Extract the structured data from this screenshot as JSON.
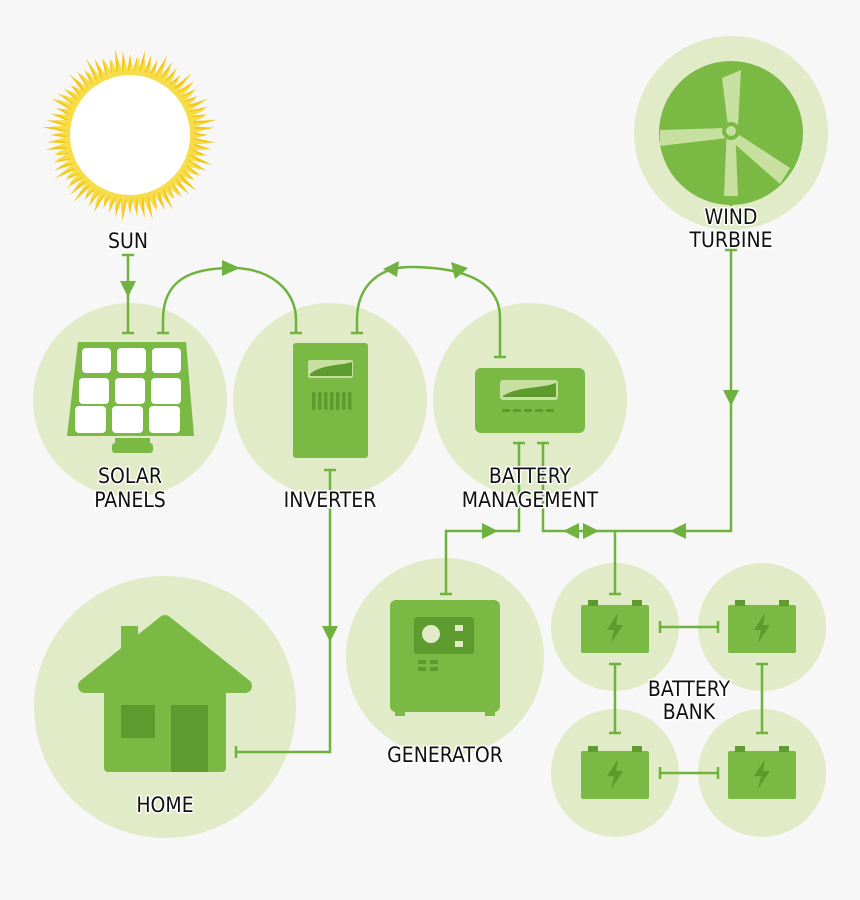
{
  "labels": {
    "sun": "SUN",
    "solar_1": "SOLAR",
    "solar_2": "PANELS",
    "inverter": "INVERTER",
    "battery_mgmt_1": "BATTERY",
    "battery_mgmt_2": "MANAGEMENT",
    "wind_1": "WIND",
    "wind_2": "TURBINE",
    "home": "HOME",
    "generator": "GENERATOR",
    "battery_bank_1": "BATTERY",
    "battery_bank_2": "BANK"
  },
  "colors": {
    "background": "#f7f7f7",
    "circle": "#e1ebc8",
    "accent": "#79b944",
    "accent_dark": "#5d9b2f",
    "sun_rays": "#f2c81a",
    "sun_core": "#ffffff"
  },
  "icons": [
    "sun-icon",
    "solar-panel-icon",
    "inverter-icon",
    "battery-management-icon",
    "wind-turbine-icon",
    "house-icon",
    "generator-icon",
    "battery-icon"
  ]
}
